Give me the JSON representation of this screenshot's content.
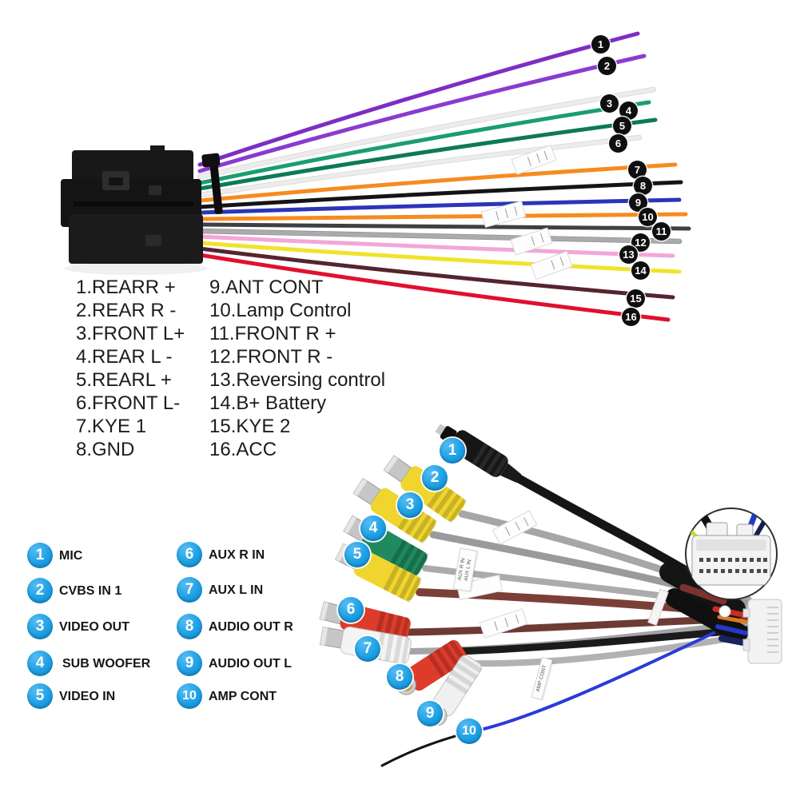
{
  "colors": {
    "background": "#ffffff",
    "top_badge_bg": "#0f0f0f",
    "bottom_badge_bg": "#1d9fe4",
    "text": "#1c1c1c"
  },
  "top_harness": {
    "description": "16-pin ISO power harness with numbered bare-wire leads",
    "pin_labels_left": [
      "1.REARR +",
      "2.REAR R -",
      "3.FRONT L+",
      "4.REAR L -",
      "5.REARL +",
      "6.FRONT L-",
      "7.KYE 1",
      "8.GND"
    ],
    "pin_labels_right": [
      "9.ANT CONT",
      "10.Lamp Control",
      "11.FRONT R +",
      "12.FRONT R -",
      "13.Reversing control",
      "14.B+ Battery",
      "15.KYE 2",
      "16.ACC"
    ],
    "wires": [
      {
        "number": "1",
        "color": "#7d2ec4"
      },
      {
        "number": "2",
        "color": "#8a3bd0"
      },
      {
        "number": "3",
        "color": "#ececec"
      },
      {
        "number": "4",
        "color": "#1a9e6e"
      },
      {
        "number": "5",
        "color": "#0d7a52"
      },
      {
        "number": "6",
        "color": "#ececec"
      },
      {
        "number": "7",
        "color": "#f68b1f"
      },
      {
        "number": "8",
        "color": "#141414"
      },
      {
        "number": "9",
        "color": "#2b35b8"
      },
      {
        "number": "10",
        "color": "#f68b1f"
      },
      {
        "number": "11",
        "color": "#3f4045"
      },
      {
        "number": "12",
        "color": "#ababab"
      },
      {
        "number": "13",
        "color": "#f3a6d8"
      },
      {
        "number": "14",
        "color": "#f0e32b"
      },
      {
        "number": "15",
        "color": "#56242e"
      },
      {
        "number": "16",
        "color": "#e0102e"
      }
    ]
  },
  "bottom_harness": {
    "description": "RCA/AV breakout harness with numbered connectors and 20-pin plug inset",
    "legend": [
      {
        "number": "1",
        "label": "MIC"
      },
      {
        "number": "2",
        "label": "CVBS IN 1"
      },
      {
        "number": "3",
        "label": "VIDEO OUT"
      },
      {
        "number": "4",
        "label": "SUB WOOFER"
      },
      {
        "number": "5",
        "label": "VIDEO IN"
      },
      {
        "number": "6",
        "label": "AUX R IN"
      },
      {
        "number": "7",
        "label": "AUX L IN"
      },
      {
        "number": "8",
        "label": "AUDIO OUT R"
      },
      {
        "number": "9",
        "label": "AUDIO OUT L"
      },
      {
        "number": "10",
        "label": "AMP CONT"
      }
    ],
    "connectors": [
      {
        "number": "1",
        "type": "3.5mm jack",
        "color": "#161616"
      },
      {
        "number": "2",
        "type": "rca",
        "color": "#f0d52e"
      },
      {
        "number": "3",
        "type": "rca",
        "color": "#f0d52e"
      },
      {
        "number": "4",
        "type": "rca",
        "color": "#1f8a5d"
      },
      {
        "number": "5",
        "type": "rca",
        "color": "#f0d52e"
      },
      {
        "number": "6",
        "type": "rca",
        "color": "#de3c2b"
      },
      {
        "number": "7",
        "type": "rca",
        "color": "#f4f4f4"
      },
      {
        "number": "8",
        "type": "rca",
        "color": "#de3c2b"
      },
      {
        "number": "9",
        "type": "rca",
        "color": "#f0f0f0"
      },
      {
        "number": "10",
        "type": "wire",
        "color": "#2a3bd8"
      }
    ],
    "tags": {
      "aux_line1": "AUX R IN",
      "aux_line2": "AUX L IN",
      "amp": "AMP CONT"
    }
  }
}
